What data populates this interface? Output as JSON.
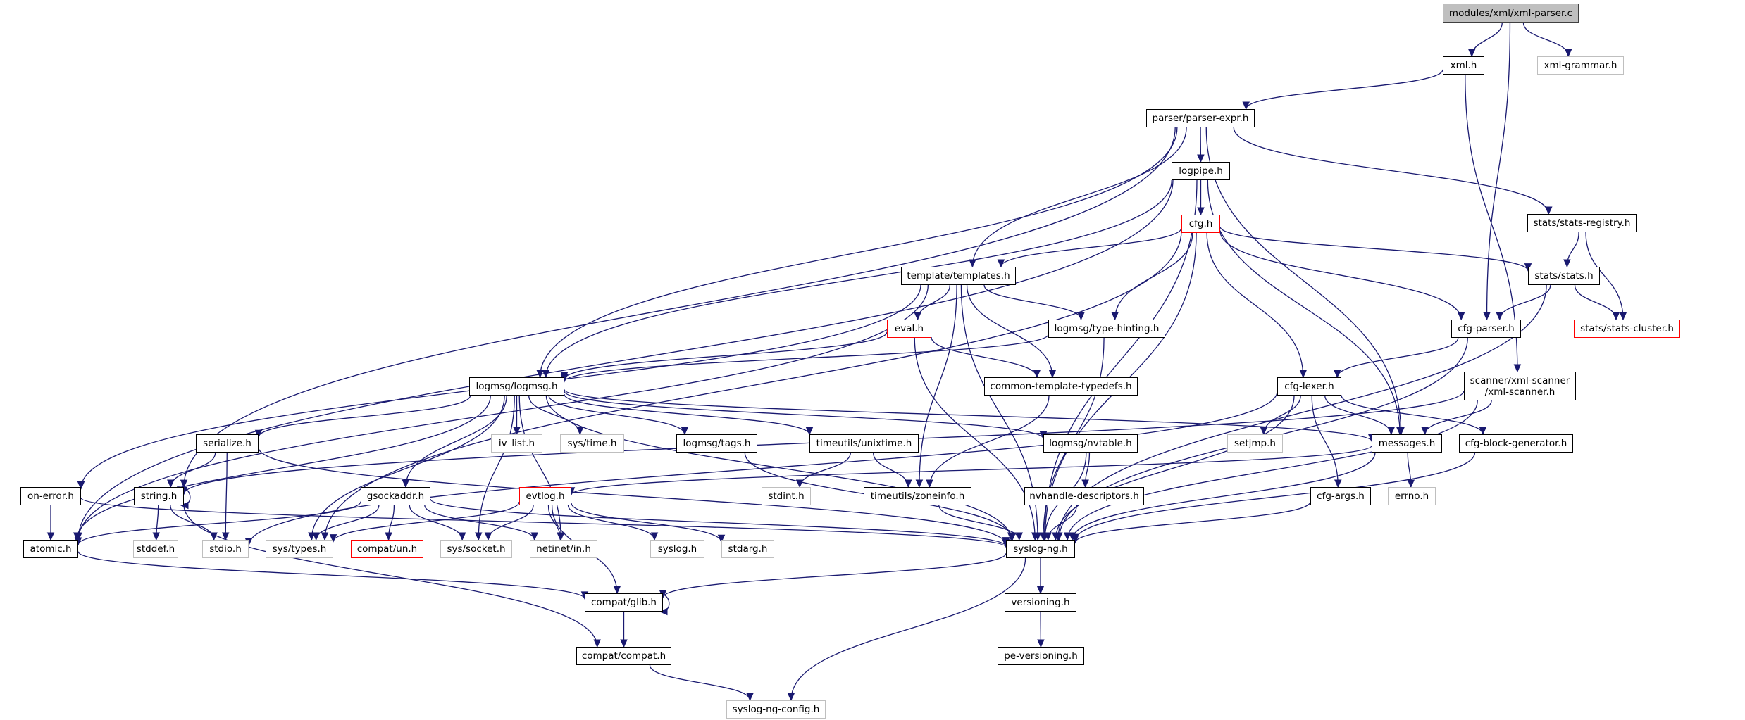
{
  "title": "modules/xml/xml-parser.c",
  "legend_colors": {
    "edge": "#191970",
    "root_fill": "#bfbfbf",
    "documented_border": "#000000",
    "external_border": "#bfbfbf",
    "truncated_border": "#ff0000"
  },
  "nodes": [
    {
      "id": "root",
      "label": "modules/xml/xml-parser.c",
      "kind": "root"
    },
    {
      "id": "xml_h",
      "label": "xml.h",
      "kind": "doc"
    },
    {
      "id": "xml_grammar",
      "label": "xml-grammar.h",
      "kind": "ext"
    },
    {
      "id": "parser_expr",
      "label": "parser/parser-expr.h",
      "kind": "doc"
    },
    {
      "id": "logpipe",
      "label": "logpipe.h",
      "kind": "doc"
    },
    {
      "id": "cfg_h",
      "label": "cfg.h",
      "kind": "red"
    },
    {
      "id": "stats_registry",
      "label": "stats/stats-registry.h",
      "kind": "doc"
    },
    {
      "id": "templates",
      "label": "template/templates.h",
      "kind": "doc"
    },
    {
      "id": "stats_h",
      "label": "stats/stats.h",
      "kind": "doc"
    },
    {
      "id": "eval_h",
      "label": "eval.h",
      "kind": "red"
    },
    {
      "id": "type_hinting",
      "label": "logmsg/type-hinting.h",
      "kind": "doc"
    },
    {
      "id": "cfg_parser",
      "label": "cfg-parser.h",
      "kind": "doc"
    },
    {
      "id": "stats_cluster",
      "label": "stats/stats-cluster.h",
      "kind": "red"
    },
    {
      "id": "logmsg",
      "label": "logmsg/logmsg.h",
      "kind": "doc"
    },
    {
      "id": "ctt",
      "label": "common-template-typedefs.h",
      "kind": "doc"
    },
    {
      "id": "cfg_lexer",
      "label": "cfg-lexer.h",
      "kind": "doc"
    },
    {
      "id": "xml_scanner",
      "label": "scanner/xml-scanner\n/xml-scanner.h",
      "kind": "doc"
    },
    {
      "id": "serialize",
      "label": "serialize.h",
      "kind": "doc"
    },
    {
      "id": "iv_list",
      "label": "iv_list.h",
      "kind": "ext"
    },
    {
      "id": "sys_time",
      "label": "sys/time.h",
      "kind": "ext"
    },
    {
      "id": "tags",
      "label": "logmsg/tags.h",
      "kind": "doc"
    },
    {
      "id": "unixtime",
      "label": "timeutils/unixtime.h",
      "kind": "doc"
    },
    {
      "id": "nvtable",
      "label": "logmsg/nvtable.h",
      "kind": "doc"
    },
    {
      "id": "setjmp",
      "label": "setjmp.h",
      "kind": "ext"
    },
    {
      "id": "messages",
      "label": "messages.h",
      "kind": "doc"
    },
    {
      "id": "cfg_block_gen",
      "label": "cfg-block-generator.h",
      "kind": "doc"
    },
    {
      "id": "on_error",
      "label": "on-error.h",
      "kind": "doc"
    },
    {
      "id": "string_h",
      "label": "string.h",
      "kind": "doc"
    },
    {
      "id": "gsockaddr",
      "label": "gsockaddr.h",
      "kind": "doc"
    },
    {
      "id": "evtlog",
      "label": "evtlog.h",
      "kind": "red"
    },
    {
      "id": "stdint",
      "label": "stdint.h",
      "kind": "ext"
    },
    {
      "id": "zoneinfo",
      "label": "timeutils/zoneinfo.h",
      "kind": "doc"
    },
    {
      "id": "nvhandle",
      "label": "nvhandle-descriptors.h",
      "kind": "doc"
    },
    {
      "id": "cfg_args",
      "label": "cfg-args.h",
      "kind": "doc"
    },
    {
      "id": "errno",
      "label": "errno.h",
      "kind": "ext"
    },
    {
      "id": "atomic",
      "label": "atomic.h",
      "kind": "doc"
    },
    {
      "id": "stddef",
      "label": "stddef.h",
      "kind": "ext"
    },
    {
      "id": "stdio",
      "label": "stdio.h",
      "kind": "ext"
    },
    {
      "id": "sys_types",
      "label": "sys/types.h",
      "kind": "ext"
    },
    {
      "id": "compat_un",
      "label": "compat/un.h",
      "kind": "red"
    },
    {
      "id": "sys_socket",
      "label": "sys/socket.h",
      "kind": "ext"
    },
    {
      "id": "netinet_in",
      "label": "netinet/in.h",
      "kind": "ext"
    },
    {
      "id": "syslog_h",
      "label": "syslog.h",
      "kind": "ext"
    },
    {
      "id": "stdarg",
      "label": "stdarg.h",
      "kind": "ext"
    },
    {
      "id": "syslog_ng",
      "label": "syslog-ng.h",
      "kind": "doc"
    },
    {
      "id": "compat_glib",
      "label": "compat/glib.h",
      "kind": "doc"
    },
    {
      "id": "versioning",
      "label": "versioning.h",
      "kind": "doc"
    },
    {
      "id": "compat_compat",
      "label": "compat/compat.h",
      "kind": "doc"
    },
    {
      "id": "pe_versioning",
      "label": "pe-versioning.h",
      "kind": "doc"
    },
    {
      "id": "syslog_ng_config",
      "label": "syslog-ng-config.h",
      "kind": "ext"
    }
  ],
  "edges": [
    [
      "root",
      "xml_h"
    ],
    [
      "root",
      "xml_grammar"
    ],
    [
      "root",
      "cfg_parser"
    ],
    [
      "xml_h",
      "parser_expr"
    ],
    [
      "xml_h",
      "xml_scanner"
    ],
    [
      "parser_expr",
      "logpipe"
    ],
    [
      "parser_expr",
      "string_h"
    ],
    [
      "parser_expr",
      "logmsg"
    ],
    [
      "parser_expr",
      "templates"
    ],
    [
      "parser_expr",
      "messages"
    ],
    [
      "parser_expr",
      "stats_registry"
    ],
    [
      "logpipe",
      "cfg_h"
    ],
    [
      "logpipe",
      "atomic"
    ],
    [
      "logpipe",
      "logmsg"
    ],
    [
      "logpipe",
      "messages"
    ],
    [
      "logpipe",
      "syslog_ng"
    ],
    [
      "cfg_h",
      "templates"
    ],
    [
      "cfg_h",
      "type_hinting"
    ],
    [
      "cfg_h",
      "stats_h"
    ],
    [
      "cfg_h",
      "cfg_parser"
    ],
    [
      "cfg_h",
      "cfg_lexer"
    ],
    [
      "cfg_h",
      "syslog_ng"
    ],
    [
      "cfg_h",
      "sys_types"
    ],
    [
      "stats_registry",
      "stats_h"
    ],
    [
      "stats_registry",
      "stats_cluster"
    ],
    [
      "stats_h",
      "cfg_parser"
    ],
    [
      "stats_h",
      "stats_cluster"
    ],
    [
      "stats_h",
      "syslog_ng"
    ],
    [
      "templates",
      "eval_h"
    ],
    [
      "templates",
      "type_hinting"
    ],
    [
      "templates",
      "ctt"
    ],
    [
      "templates",
      "zoneinfo"
    ],
    [
      "templates",
      "on_error"
    ],
    [
      "templates",
      "atomic"
    ],
    [
      "templates",
      "syslog_ng"
    ],
    [
      "eval_h",
      "logmsg"
    ],
    [
      "eval_h",
      "ctt"
    ],
    [
      "eval_h",
      "syslog_ng"
    ],
    [
      "type_hinting",
      "logmsg"
    ],
    [
      "type_hinting",
      "syslog_ng"
    ],
    [
      "cfg_parser",
      "cfg_lexer"
    ],
    [
      "cfg_parser",
      "syslog_ng"
    ],
    [
      "ctt",
      "zoneinfo"
    ],
    [
      "logmsg",
      "serialize"
    ],
    [
      "logmsg",
      "iv_list"
    ],
    [
      "logmsg",
      "sys_time"
    ],
    [
      "logmsg",
      "tags"
    ],
    [
      "logmsg",
      "unixtime"
    ],
    [
      "logmsg",
      "nvtable"
    ],
    [
      "logmsg",
      "messages"
    ],
    [
      "logmsg",
      "gsockaddr"
    ],
    [
      "logmsg",
      "atomic"
    ],
    [
      "logmsg",
      "sys_types"
    ],
    [
      "logmsg",
      "sys_socket"
    ],
    [
      "logmsg",
      "netinet_in"
    ],
    [
      "logmsg",
      "syslog_ng"
    ],
    [
      "cfg_lexer",
      "setjmp"
    ],
    [
      "cfg_lexer",
      "messages"
    ],
    [
      "cfg_lexer",
      "cfg_block_gen"
    ],
    [
      "cfg_lexer",
      "cfg_args"
    ],
    [
      "cfg_lexer",
      "syslog_ng"
    ],
    [
      "cfg_lexer",
      "stdio"
    ],
    [
      "xml_scanner",
      "messages"
    ],
    [
      "xml_scanner",
      "syslog_ng"
    ],
    [
      "xml_scanner",
      "string_h"
    ],
    [
      "serialize",
      "string_h"
    ],
    [
      "serialize",
      "stdio"
    ],
    [
      "serialize",
      "syslog_ng"
    ],
    [
      "tags",
      "syslog_ng"
    ],
    [
      "unixtime",
      "stdint"
    ],
    [
      "unixtime",
      "zoneinfo"
    ],
    [
      "nvtable",
      "nvhandle"
    ],
    [
      "nvtable",
      "syslog_ng"
    ],
    [
      "messages",
      "evtlog"
    ],
    [
      "messages",
      "errno"
    ],
    [
      "messages",
      "syslog_ng"
    ],
    [
      "cfg_block_gen",
      "syslog_ng"
    ],
    [
      "on_error",
      "atomic"
    ],
    [
      "on_error",
      "syslog_ng"
    ],
    [
      "string_h",
      "string_h"
    ],
    [
      "string_h",
      "stddef"
    ],
    [
      "string_h",
      "stdio"
    ],
    [
      "string_h",
      "compat_compat"
    ],
    [
      "gsockaddr",
      "atomic"
    ],
    [
      "gsockaddr",
      "sys_types"
    ],
    [
      "gsockaddr",
      "compat_un"
    ],
    [
      "gsockaddr",
      "sys_socket"
    ],
    [
      "gsockaddr",
      "netinet_in"
    ],
    [
      "gsockaddr",
      "syslog_ng"
    ],
    [
      "evtlog",
      "sys_types"
    ],
    [
      "evtlog",
      "sys_socket"
    ],
    [
      "evtlog",
      "netinet_in"
    ],
    [
      "evtlog",
      "syslog_h"
    ],
    [
      "evtlog",
      "stdarg"
    ],
    [
      "evtlog",
      "compat_glib"
    ],
    [
      "zoneinfo",
      "syslog_ng"
    ],
    [
      "nvhandle",
      "syslog_ng"
    ],
    [
      "cfg_args",
      "syslog_ng"
    ],
    [
      "atomic",
      "compat_glib"
    ],
    [
      "syslog_ng",
      "compat_glib"
    ],
    [
      "syslog_ng",
      "versioning"
    ],
    [
      "syslog_ng",
      "syslog_ng_config"
    ],
    [
      "compat_glib",
      "compat_glib"
    ],
    [
      "compat_glib",
      "compat_compat"
    ],
    [
      "versioning",
      "pe_versioning"
    ],
    [
      "compat_compat",
      "syslog_ng_config"
    ]
  ]
}
